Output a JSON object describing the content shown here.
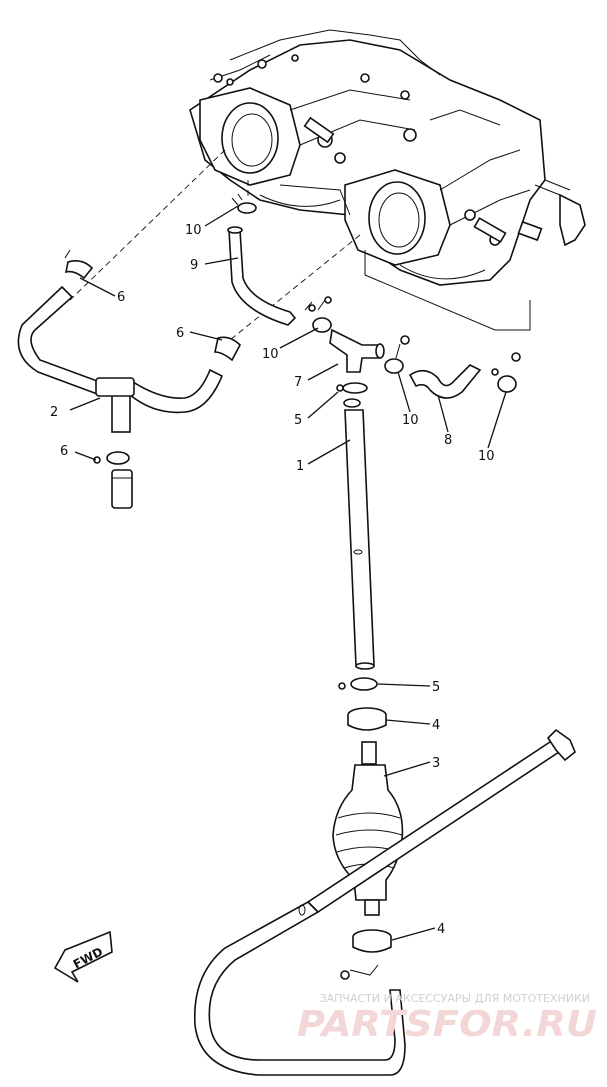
{
  "callouts": [
    "10",
    "9",
    "6",
    "6",
    "10",
    "2",
    "7",
    "5",
    "10",
    "8",
    "10",
    "6",
    "1",
    "5",
    "4",
    "3",
    "4"
  ],
  "fwd_label": "FWD",
  "watermark": {
    "line1": "ЗАПЧАСТИ И АКСЕССУАРЫ ДЛЯ МОТОТЕХНИКИ",
    "line2": "PARTSFOR.RU"
  }
}
